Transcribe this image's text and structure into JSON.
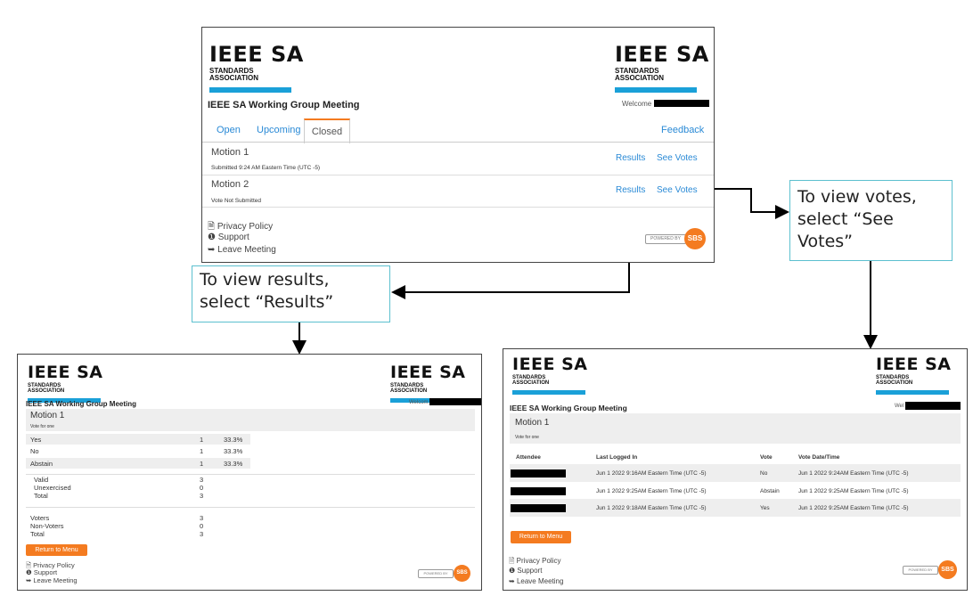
{
  "logo": {
    "brand": "IEEE SA",
    "sub1": "STANDARDS",
    "sub2": "ASSOCIATION",
    "bar_color": "#1aa0d8"
  },
  "meeting_title": "IEEE SA Working Group Meeting",
  "welcome": {
    "full": "Welcome",
    "partial_results": "Welcom",
    "partial_votes": "Wel"
  },
  "tabs": [
    {
      "label": "Open"
    },
    {
      "label": "Upcoming"
    },
    {
      "label": "Closed"
    }
  ],
  "feedback": "Feedback",
  "motions": [
    {
      "title": "Motion 1",
      "status": "Submitted 9:24 AM Eastern Time (UTC -5)"
    },
    {
      "title": "Motion 2",
      "status": "Vote Not Submitted"
    }
  ],
  "actions": {
    "results": "Results",
    "see_votes": "See Votes"
  },
  "footer": {
    "privacy": "Privacy Policy",
    "support": "Support",
    "leave": "Leave Meeting"
  },
  "powered": {
    "label": "POWERED BY",
    "brand": "SBS",
    "color": "#f47b20"
  },
  "callouts": {
    "votes": "To view votes, select “See Votes”",
    "results": "To view results, select “Results”"
  },
  "results_page": {
    "motion": "Motion 1",
    "instruction": "Vote for one",
    "rows": [
      {
        "label": "Yes",
        "count": "1",
        "pct": "33.3%"
      },
      {
        "label": "No",
        "count": "1",
        "pct": "33.3%"
      },
      {
        "label": "Abstain",
        "count": "1",
        "pct": "33.3%"
      }
    ],
    "summary1": [
      {
        "label": "Valid",
        "value": "3"
      },
      {
        "label": "Unexercised",
        "value": "0"
      },
      {
        "label": "Total",
        "value": "3"
      }
    ],
    "summary2": [
      {
        "label": "Voters",
        "value": "3"
      },
      {
        "label": "Non-Voters",
        "value": "0"
      },
      {
        "label": "Total",
        "value": "3"
      }
    ],
    "return_btn": "Return to Menu"
  },
  "votes_page": {
    "motion": "Motion 1",
    "instruction": "Vote for one",
    "headers": {
      "attendee": "Attendee",
      "last_logged": "Last Logged In",
      "vote": "Vote",
      "vote_date": "Vote Date/Time"
    },
    "rows": [
      {
        "last": "Jun 1 2022 9:16AM Eastern Time (UTC -5)",
        "vote": "No",
        "date": "Jun 1 2022 9:24AM Eastern Time (UTC -5)"
      },
      {
        "last": "Jun 1 2022 9:25AM Eastern Time (UTC -5)",
        "vote": "Abstain",
        "date": "Jun 1 2022 9:25AM Eastern Time (UTC -5)"
      },
      {
        "last": "Jun 1 2022 9:18AM Eastern Time (UTC -5)",
        "vote": "Yes",
        "date": "Jun 1 2022 9:25AM Eastern Time (UTC -5)"
      }
    ],
    "return_btn": "Return to Menu"
  }
}
